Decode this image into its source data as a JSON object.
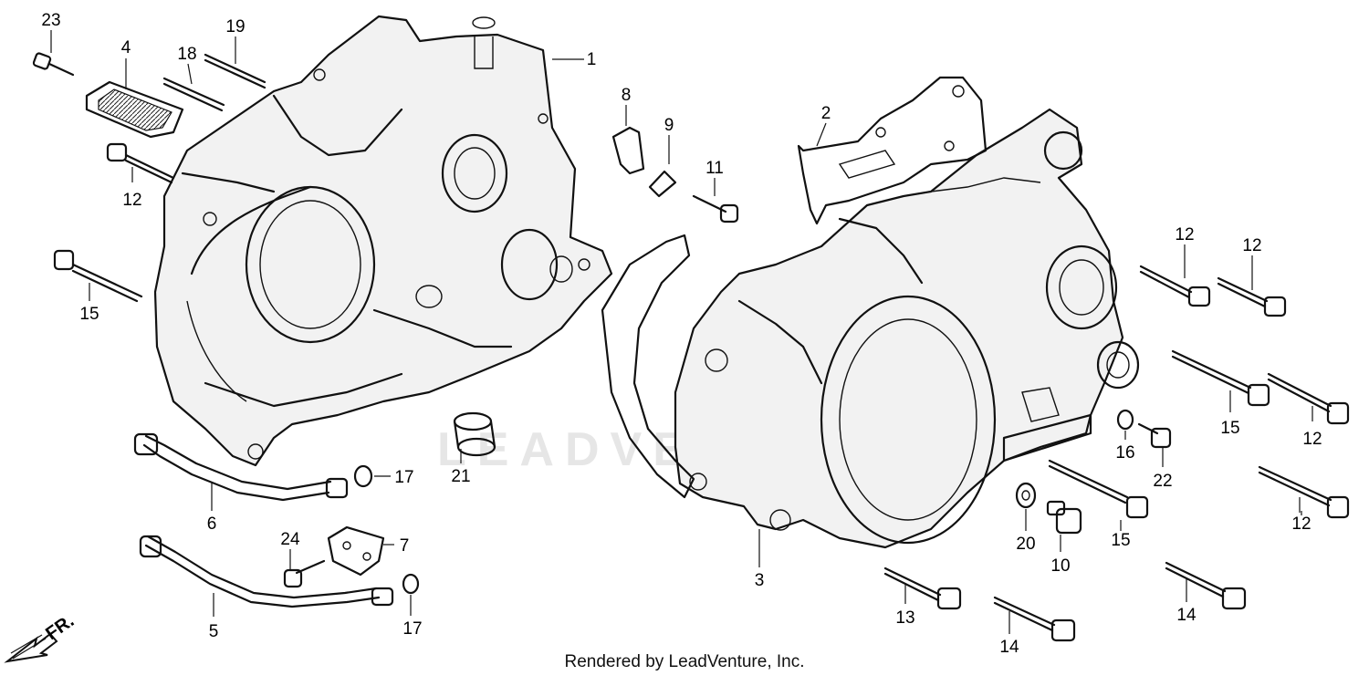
{
  "watermark": "LEADVENTURE",
  "footer": "Rendered by LeadVenture, Inc.",
  "direction_label": "FR.",
  "callouts": [
    "23",
    "19",
    "4",
    "18",
    "1",
    "12",
    "15",
    "8",
    "9",
    "11",
    "2",
    "12",
    "12",
    "15",
    "12",
    "16",
    "22",
    "21",
    "6",
    "17",
    "24",
    "7",
    "3",
    "20",
    "10",
    "15",
    "12",
    "5",
    "17",
    "13",
    "14",
    "14"
  ]
}
